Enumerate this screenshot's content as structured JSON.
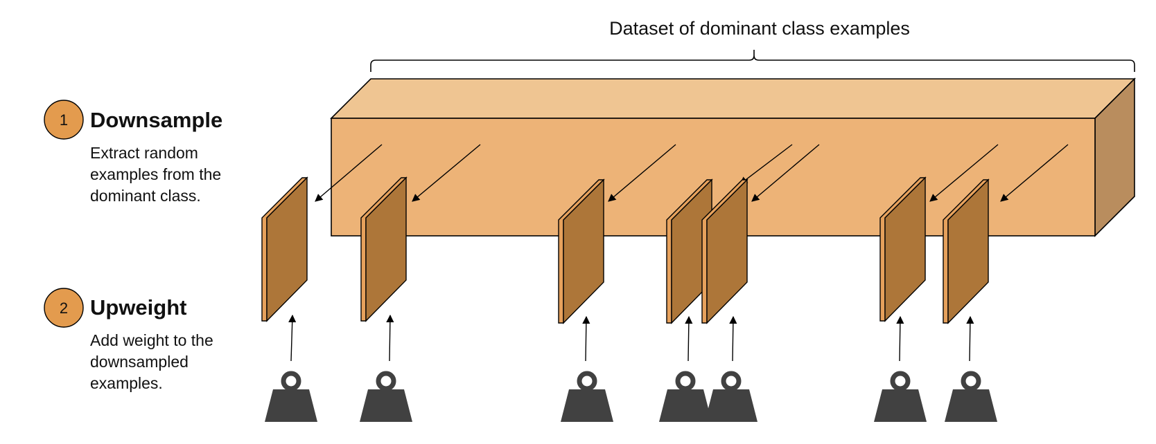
{
  "dataset_label": "Dataset of dominant class examples",
  "steps": [
    {
      "number": "1",
      "title": "Downsample",
      "lines": [
        "Extract random",
        "examples from the",
        "dominant class."
      ]
    },
    {
      "number": "2",
      "title": "Upweight",
      "lines": [
        "Add weight to the",
        "downsampled",
        "examples."
      ]
    }
  ],
  "colors": {
    "block_front": "#EDB377",
    "block_top": "#EFC592",
    "block_side": "#B98D5E",
    "slab_face": "#AD7639",
    "slab_edge": "#E6A15C",
    "step_circle": "#E39B4E",
    "weight": "#414141",
    "line": "#000000"
  },
  "icons": {
    "weight": "weight-icon",
    "arrow": "arrow-icon"
  }
}
